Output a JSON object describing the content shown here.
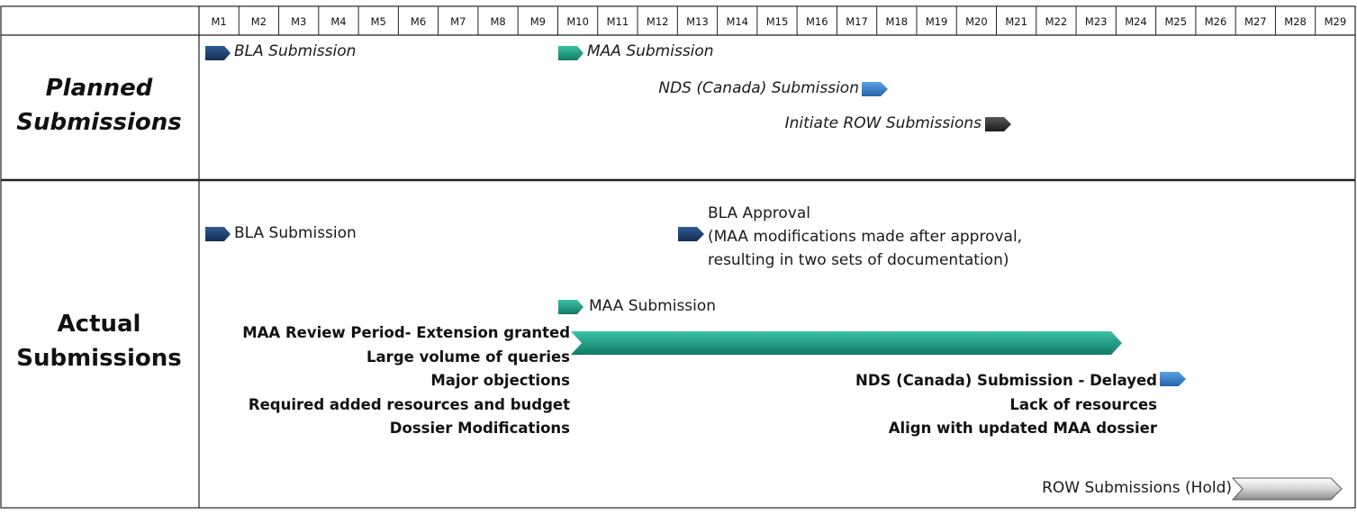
{
  "timeline": {
    "months": [
      "M1",
      "M2",
      "M3",
      "M4",
      "M5",
      "M6",
      "M7",
      "M8",
      "M9",
      "M10",
      "M11",
      "M12",
      "M13",
      "M14",
      "M15",
      "M16",
      "M17",
      "M18",
      "M19",
      "M20",
      "M21",
      "M22",
      "M23",
      "M24",
      "M25",
      "M26",
      "M27",
      "M28",
      "M29"
    ]
  },
  "planned": {
    "title_line1": "Planned",
    "title_line2": "Submissions",
    "events": {
      "bla": "BLA Submission",
      "maa": "MAA Submission",
      "nds": "NDS (Canada) Submission",
      "row": "Initiate ROW Submissions"
    }
  },
  "actual": {
    "title_line1": "Actual",
    "title_line2": "Submissions",
    "events": {
      "bla": "BLA Submission",
      "bla_approval_1": "BLA Approval",
      "bla_approval_2": "(MAA modifications made after approval,",
      "bla_approval_3": "resulting in two sets of documentation)",
      "maa": "MAA Submission",
      "nds": "NDS (Canada) Submission - Delayed",
      "row": "ROW Submissions (Hold)"
    },
    "maa_notes": [
      "MAA Review Period- Extension granted",
      "Large volume of queries",
      "Major objections",
      "Required added resources and budget",
      "Dossier Modifications"
    ],
    "nds_notes": [
      "Lack of resources",
      "Align with updated MAA dossier"
    ]
  },
  "colors": {
    "navy": "#1f3f6e",
    "teal": "#1e9e86",
    "blue": "#3b7fc4",
    "dark": "#333333",
    "silver": "#c8c8c8",
    "border": "#222222"
  }
}
